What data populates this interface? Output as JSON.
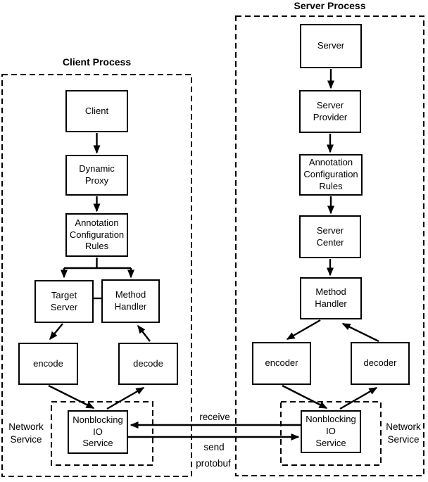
{
  "client_process": {
    "title": "Client Process",
    "network_service_label": "Network\nService",
    "nodes": {
      "client": "Client",
      "dynamic_proxy": "Dynamic\nProxy",
      "annotation_configuration_rules": "Annotation\nConfiguration\nRules",
      "target_server": "Target\nServer",
      "method_handler": "Method\nHandler",
      "encode": "encode",
      "decode": "decode",
      "nonblocking_io_service": "Nonblocking\nIO\nService"
    }
  },
  "server_process": {
    "title": "Server Process",
    "network_service_label": "Network\nService",
    "nodes": {
      "server": "Server",
      "server_provider": "Server\nProvider",
      "annotation_configuration_rules": "Annotation\nConfiguration\nRules",
      "server_center": "Server\nCenter",
      "method_handler": "Method\nHandler",
      "encoder": "encoder",
      "decoder": "decoder",
      "nonblocking_io_service": "Nonblocking\nIO\nService"
    }
  },
  "connection_labels": {
    "receive": "receive",
    "send": "send",
    "protobuf": "protobuf"
  },
  "colors": {
    "line": "#000000",
    "background": "#ffffff"
  }
}
